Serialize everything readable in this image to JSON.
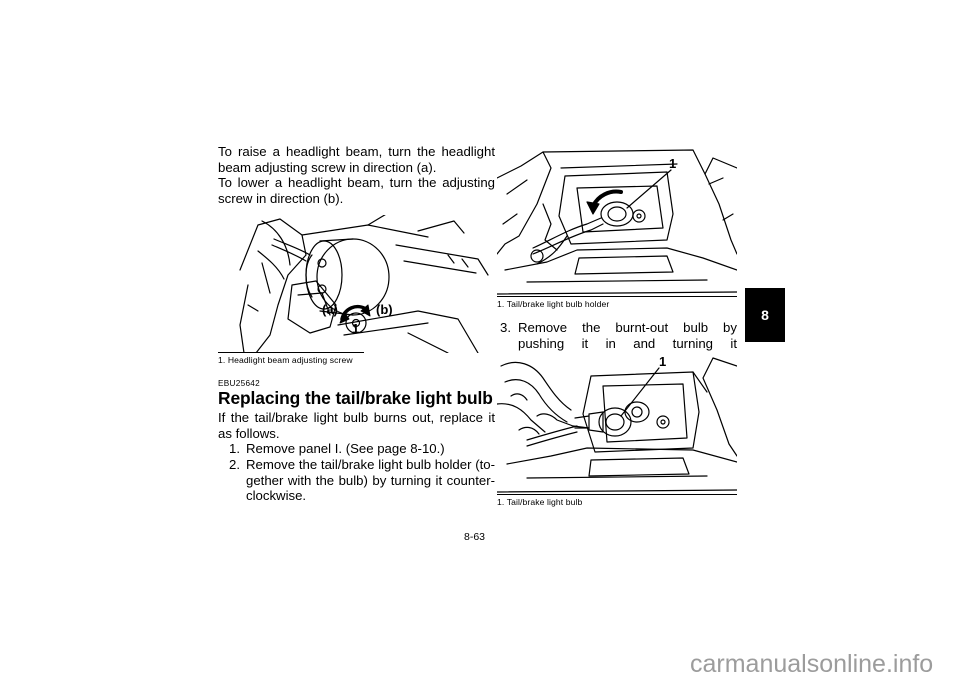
{
  "intro": {
    "line1": "To raise a headlight beam, turn the headlight beam adjusting screw in direction (a).",
    "line2": "To lower a headlight beam, turn the adjusting screw in direction (b)."
  },
  "figure_left": {
    "label_a": "(a)",
    "label_b": "(b)",
    "label_1": "1",
    "caption": "1. Headlight beam adjusting screw"
  },
  "section": {
    "code": "EBU25642",
    "heading": "Replacing the tail/brake light bulb",
    "intro": "If the tail/brake light bulb burns out, replace it as follows.",
    "steps": [
      {
        "num": "1.",
        "text": "Remove panel I. (See page 8-10.)"
      },
      {
        "num": "2.",
        "text": "Remove the tail/brake light bulb holder (to-gether with the bulb) by turning it counter-clockwise."
      },
      {
        "num": "3.",
        "text": "Remove the burnt-out bulb by pushing it in and turning it counterclockwise."
      }
    ]
  },
  "figure_right_top": {
    "label_1": "1",
    "caption": "1. Tail/brake light bulb holder"
  },
  "figure_right_bottom": {
    "label_1": "1",
    "caption": "1. Tail/brake light bulb"
  },
  "tab": {
    "chapter": "8"
  },
  "footer": {
    "page_number": "8-63"
  },
  "watermark": {
    "text": "carmanualsonline.info"
  }
}
